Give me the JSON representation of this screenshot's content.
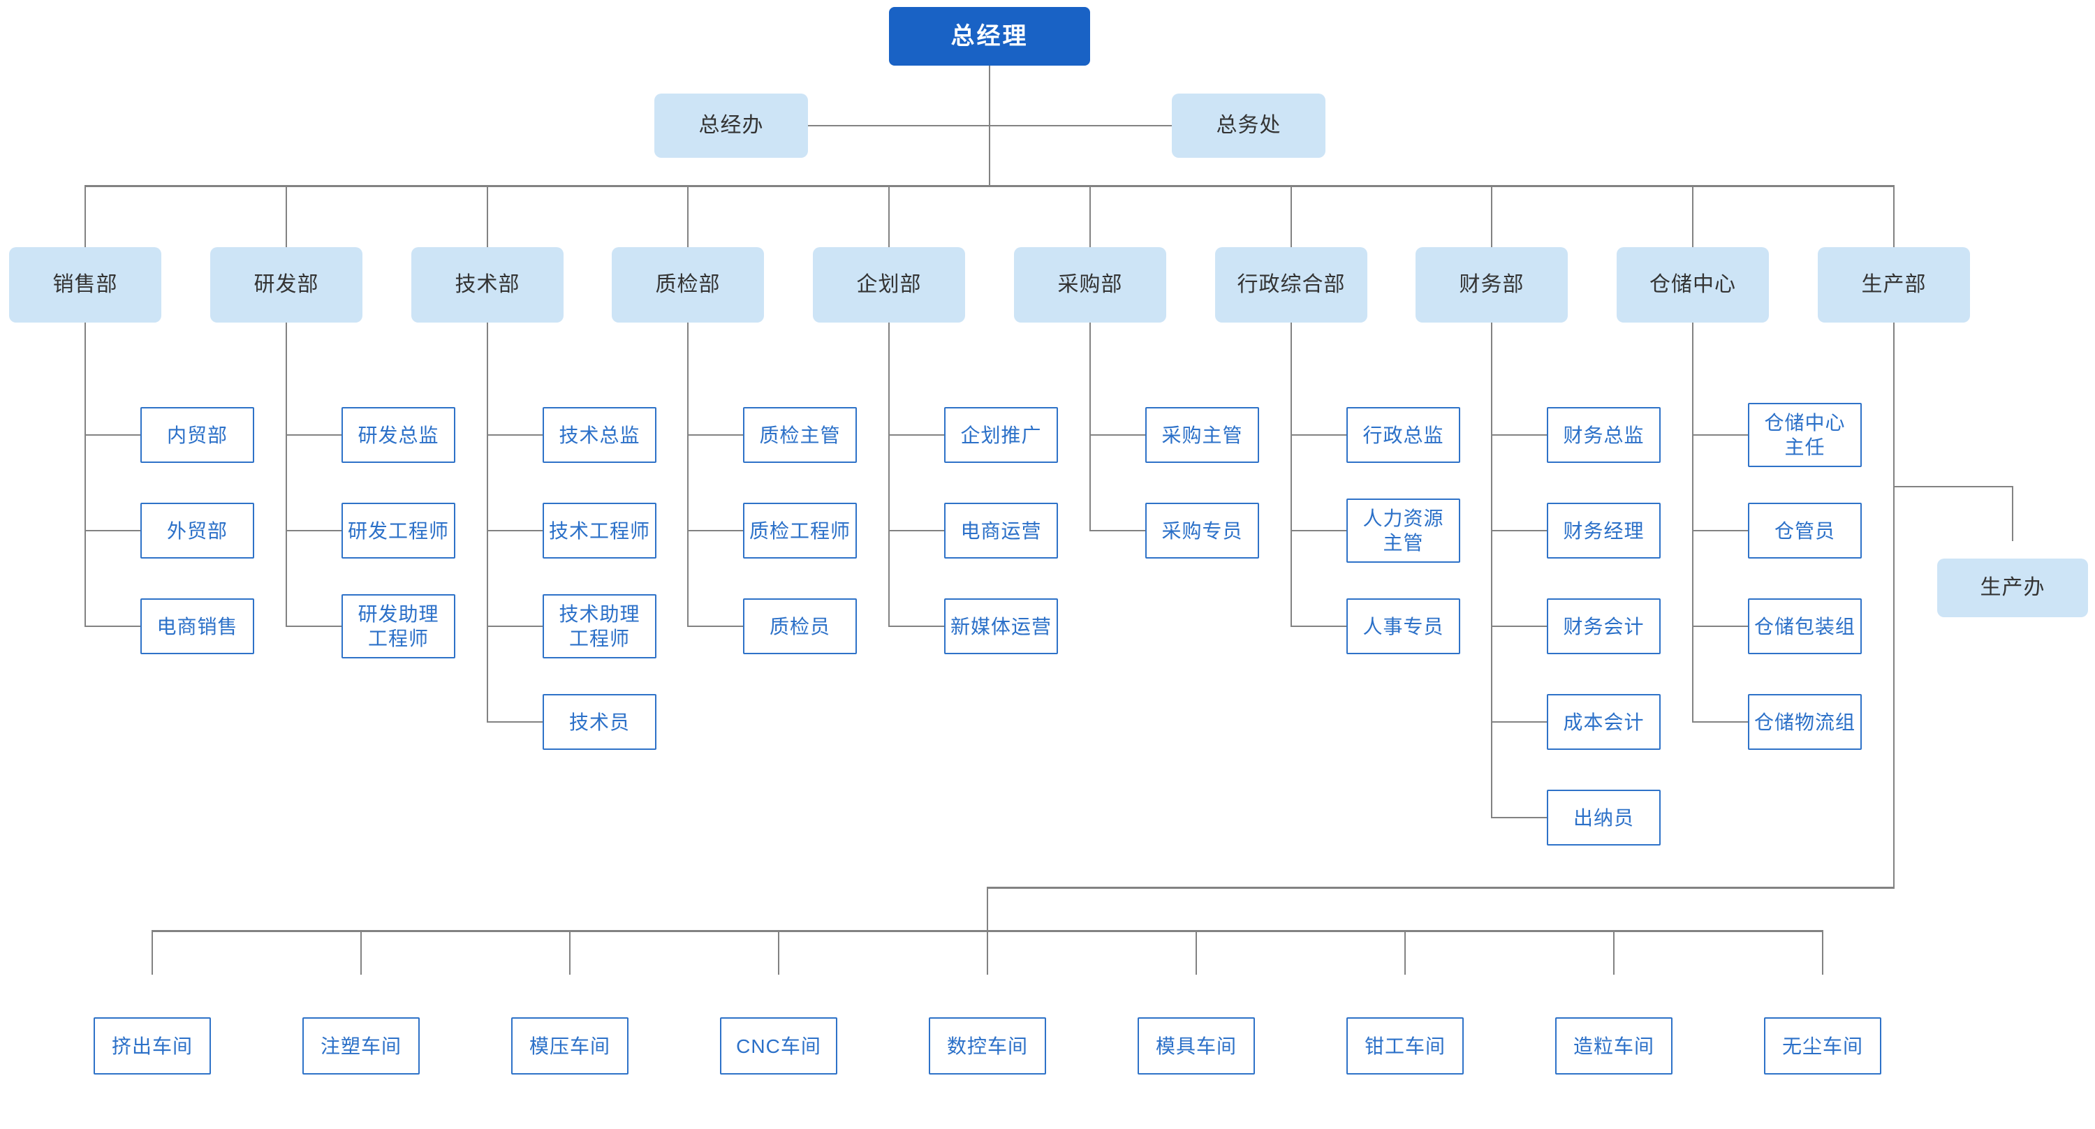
{
  "root": {
    "label": "总经理"
  },
  "offices": [
    {
      "label": "总经办"
    },
    {
      "label": "总务处"
    }
  ],
  "departments": [
    {
      "label": "销售部",
      "children": [
        {
          "label": "内贸部"
        },
        {
          "label": "外贸部"
        },
        {
          "label": "电商销售"
        }
      ]
    },
    {
      "label": "研发部",
      "children": [
        {
          "label": "研发总监"
        },
        {
          "label": "研发工程师"
        },
        {
          "label": "研发助理\n工程师"
        }
      ]
    },
    {
      "label": "技术部",
      "children": [
        {
          "label": "技术总监"
        },
        {
          "label": "技术工程师"
        },
        {
          "label": "技术助理\n工程师"
        },
        {
          "label": "技术员"
        }
      ]
    },
    {
      "label": "质检部",
      "children": [
        {
          "label": "质检主管"
        },
        {
          "label": "质检工程师"
        },
        {
          "label": "质检员"
        }
      ]
    },
    {
      "label": "企划部",
      "children": [
        {
          "label": "企划推广"
        },
        {
          "label": "电商运营"
        },
        {
          "label": "新媒体运营"
        }
      ]
    },
    {
      "label": "采购部",
      "children": [
        {
          "label": "采购主管"
        },
        {
          "label": "采购专员"
        }
      ]
    },
    {
      "label": "行政综合部",
      "children": [
        {
          "label": "行政总监"
        },
        {
          "label": "人力资源\n主管"
        },
        {
          "label": "人事专员"
        }
      ]
    },
    {
      "label": "财务部",
      "children": [
        {
          "label": "财务总监"
        },
        {
          "label": "财务经理"
        },
        {
          "label": "财务会计"
        },
        {
          "label": "成本会计"
        },
        {
          "label": "出纳员"
        }
      ]
    },
    {
      "label": "仓储中心",
      "children": [
        {
          "label": "仓储中心\n主任"
        },
        {
          "label": "仓管员"
        },
        {
          "label": "仓储包装组"
        },
        {
          "label": "仓储物流组"
        }
      ]
    },
    {
      "label": "生产部",
      "children": []
    }
  ],
  "production_office": {
    "label": "生产办"
  },
  "workshops": [
    {
      "label": "挤出车间"
    },
    {
      "label": "注塑车间"
    },
    {
      "label": "模压车间"
    },
    {
      "label": "CNC车间"
    },
    {
      "label": "数控车间"
    },
    {
      "label": "模具车间"
    },
    {
      "label": "钳工车间"
    },
    {
      "label": "造粒车间"
    },
    {
      "label": "无尘车间"
    }
  ],
  "colors": {
    "root_fill": "#1962C5",
    "root_text": "#FFFFFF",
    "branch_fill": "#CDE4F6",
    "branch_text": "#333333",
    "leaf_border": "#2E72C8",
    "leaf_text": "#2B70C8",
    "connector": "#828282"
  }
}
